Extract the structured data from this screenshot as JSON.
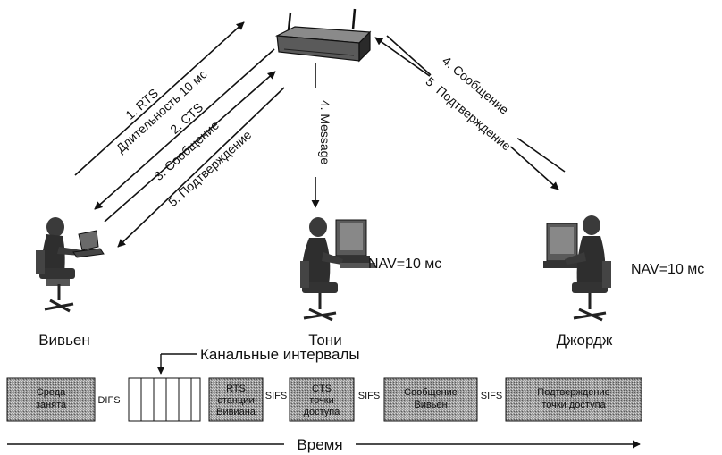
{
  "diagram": {
    "arrows_left": {
      "rts": "1. RTS",
      "duration": "Длительность 10 мс",
      "cts": "2. CTS",
      "message": "3. Сообщение",
      "ack": "5. Подтверждение"
    },
    "arrow_center": {
      "message": "4. Message"
    },
    "arrows_right": {
      "message": "4. Сообщение",
      "ack": "5. Подтверждение"
    },
    "stations": {
      "vivien": {
        "name": "Вивьен"
      },
      "tony": {
        "name": "Тони",
        "nav": "NAV=10 мс"
      },
      "george": {
        "name": "Джордж",
        "nav": "NAV=10 мс"
      }
    },
    "channel_slots_label": "Канальные интервалы",
    "timeline": {
      "busy": [
        "Среда",
        "занята"
      ],
      "difs": "DIFS",
      "rts": [
        "RTS",
        "станции",
        "Вивиана"
      ],
      "sifs1": "SIFS",
      "cts": [
        "CTS",
        "точки",
        "доступа"
      ],
      "sifs2": "SIFS",
      "message": [
        "Сообщение",
        "Вивьен"
      ],
      "sifs3": "SIFS",
      "ack": [
        "Подтверждение",
        "точки доступа"
      ]
    },
    "time_label": "Время"
  }
}
